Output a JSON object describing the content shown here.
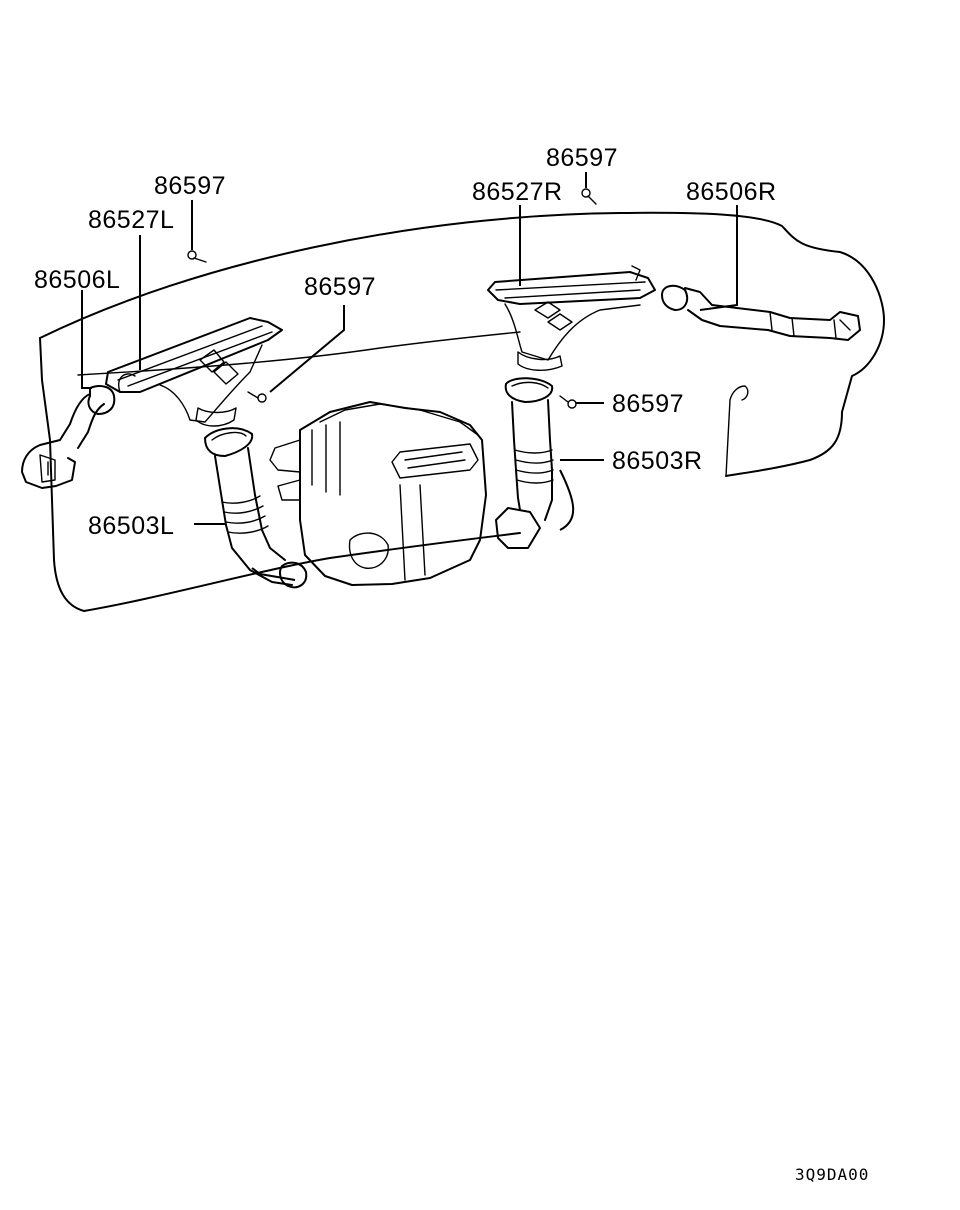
{
  "labels": {
    "screw_top_right": "86597",
    "screw_top_left": "86597",
    "garnish_left": "86527L",
    "garnish_right": "86527R",
    "duct_right_side": "86506R",
    "duct_left_side": "86506L",
    "screw_center": "86597",
    "screw_right_lower": "86597",
    "duct_right_lower": "86503R",
    "duct_left_lower": "86503L"
  },
  "diagram_code": "3Q9DA00"
}
